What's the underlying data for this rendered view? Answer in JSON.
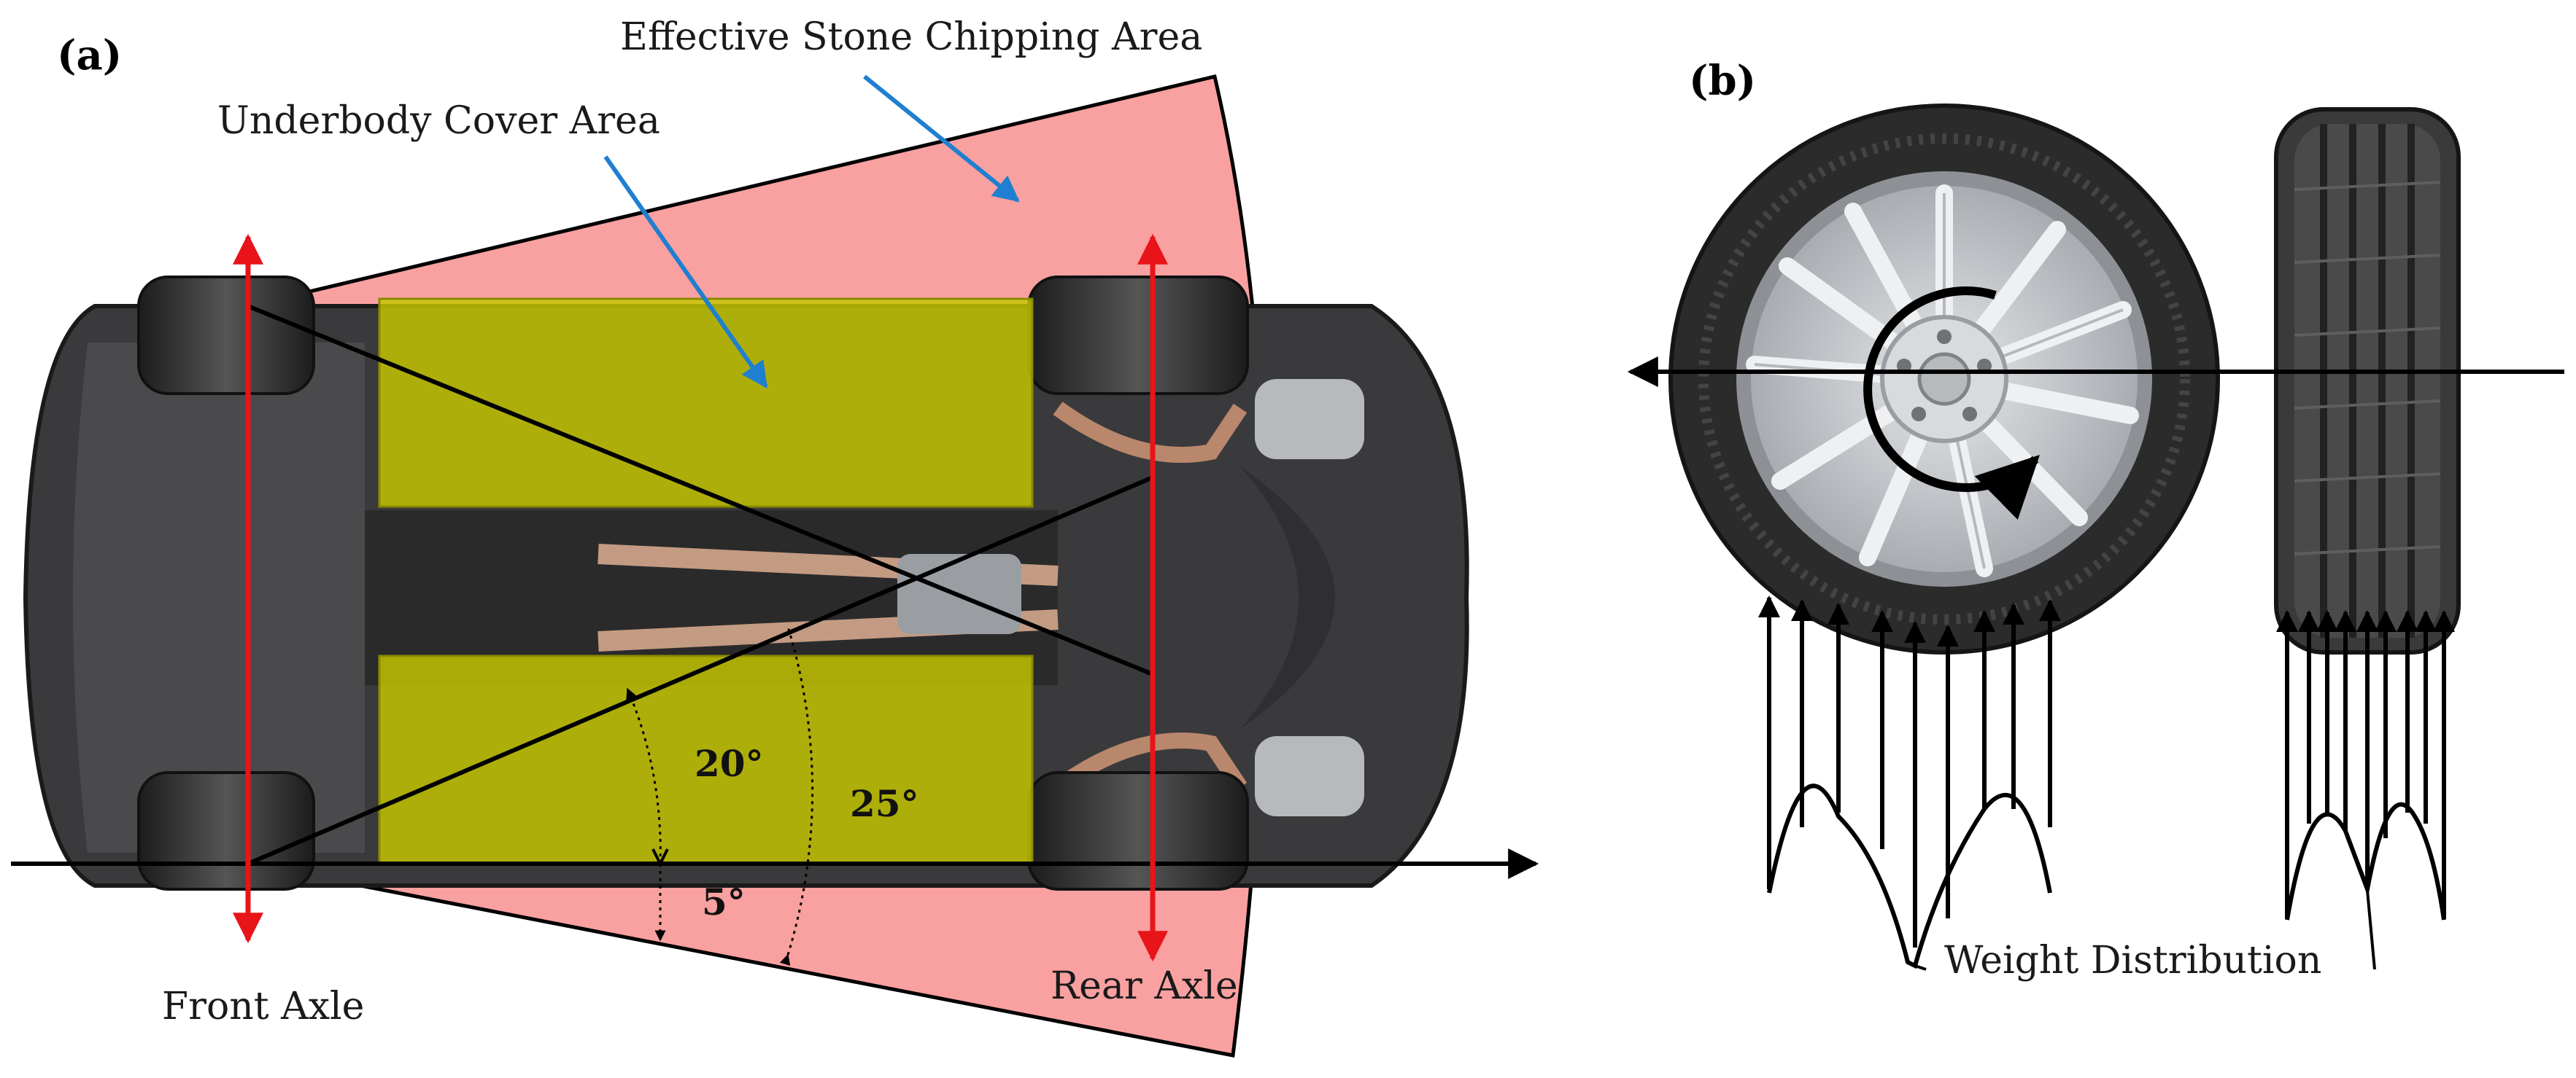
{
  "panel_a": {
    "panel_label": "(a)",
    "labels": {
      "effective_area": "Effective Stone Chipping Area",
      "underbody_cover": "Underbody Cover Area",
      "front_axle": "Front Axle",
      "rear_axle": "Rear Axle"
    },
    "angles": {
      "a20": "20°",
      "a25": "25°",
      "a5": "5°"
    }
  },
  "panel_b": {
    "panel_label": "(b)",
    "labels": {
      "weight_distribution": "Weight Distribution"
    }
  },
  "colors": {
    "chipping_area": "#f9a0a0",
    "cover_area": "#c8c800",
    "axle_arrow": "#e8141a",
    "callout_arrow": "#1f7fd0",
    "car_body": "#3a3a3c",
    "tire": "#2b2b2b",
    "rim": "#c9ccd0"
  },
  "icons": [
    "car-underbody-icon",
    "wheel-side-icon",
    "tire-front-icon",
    "rotation-arrow-icon"
  ]
}
